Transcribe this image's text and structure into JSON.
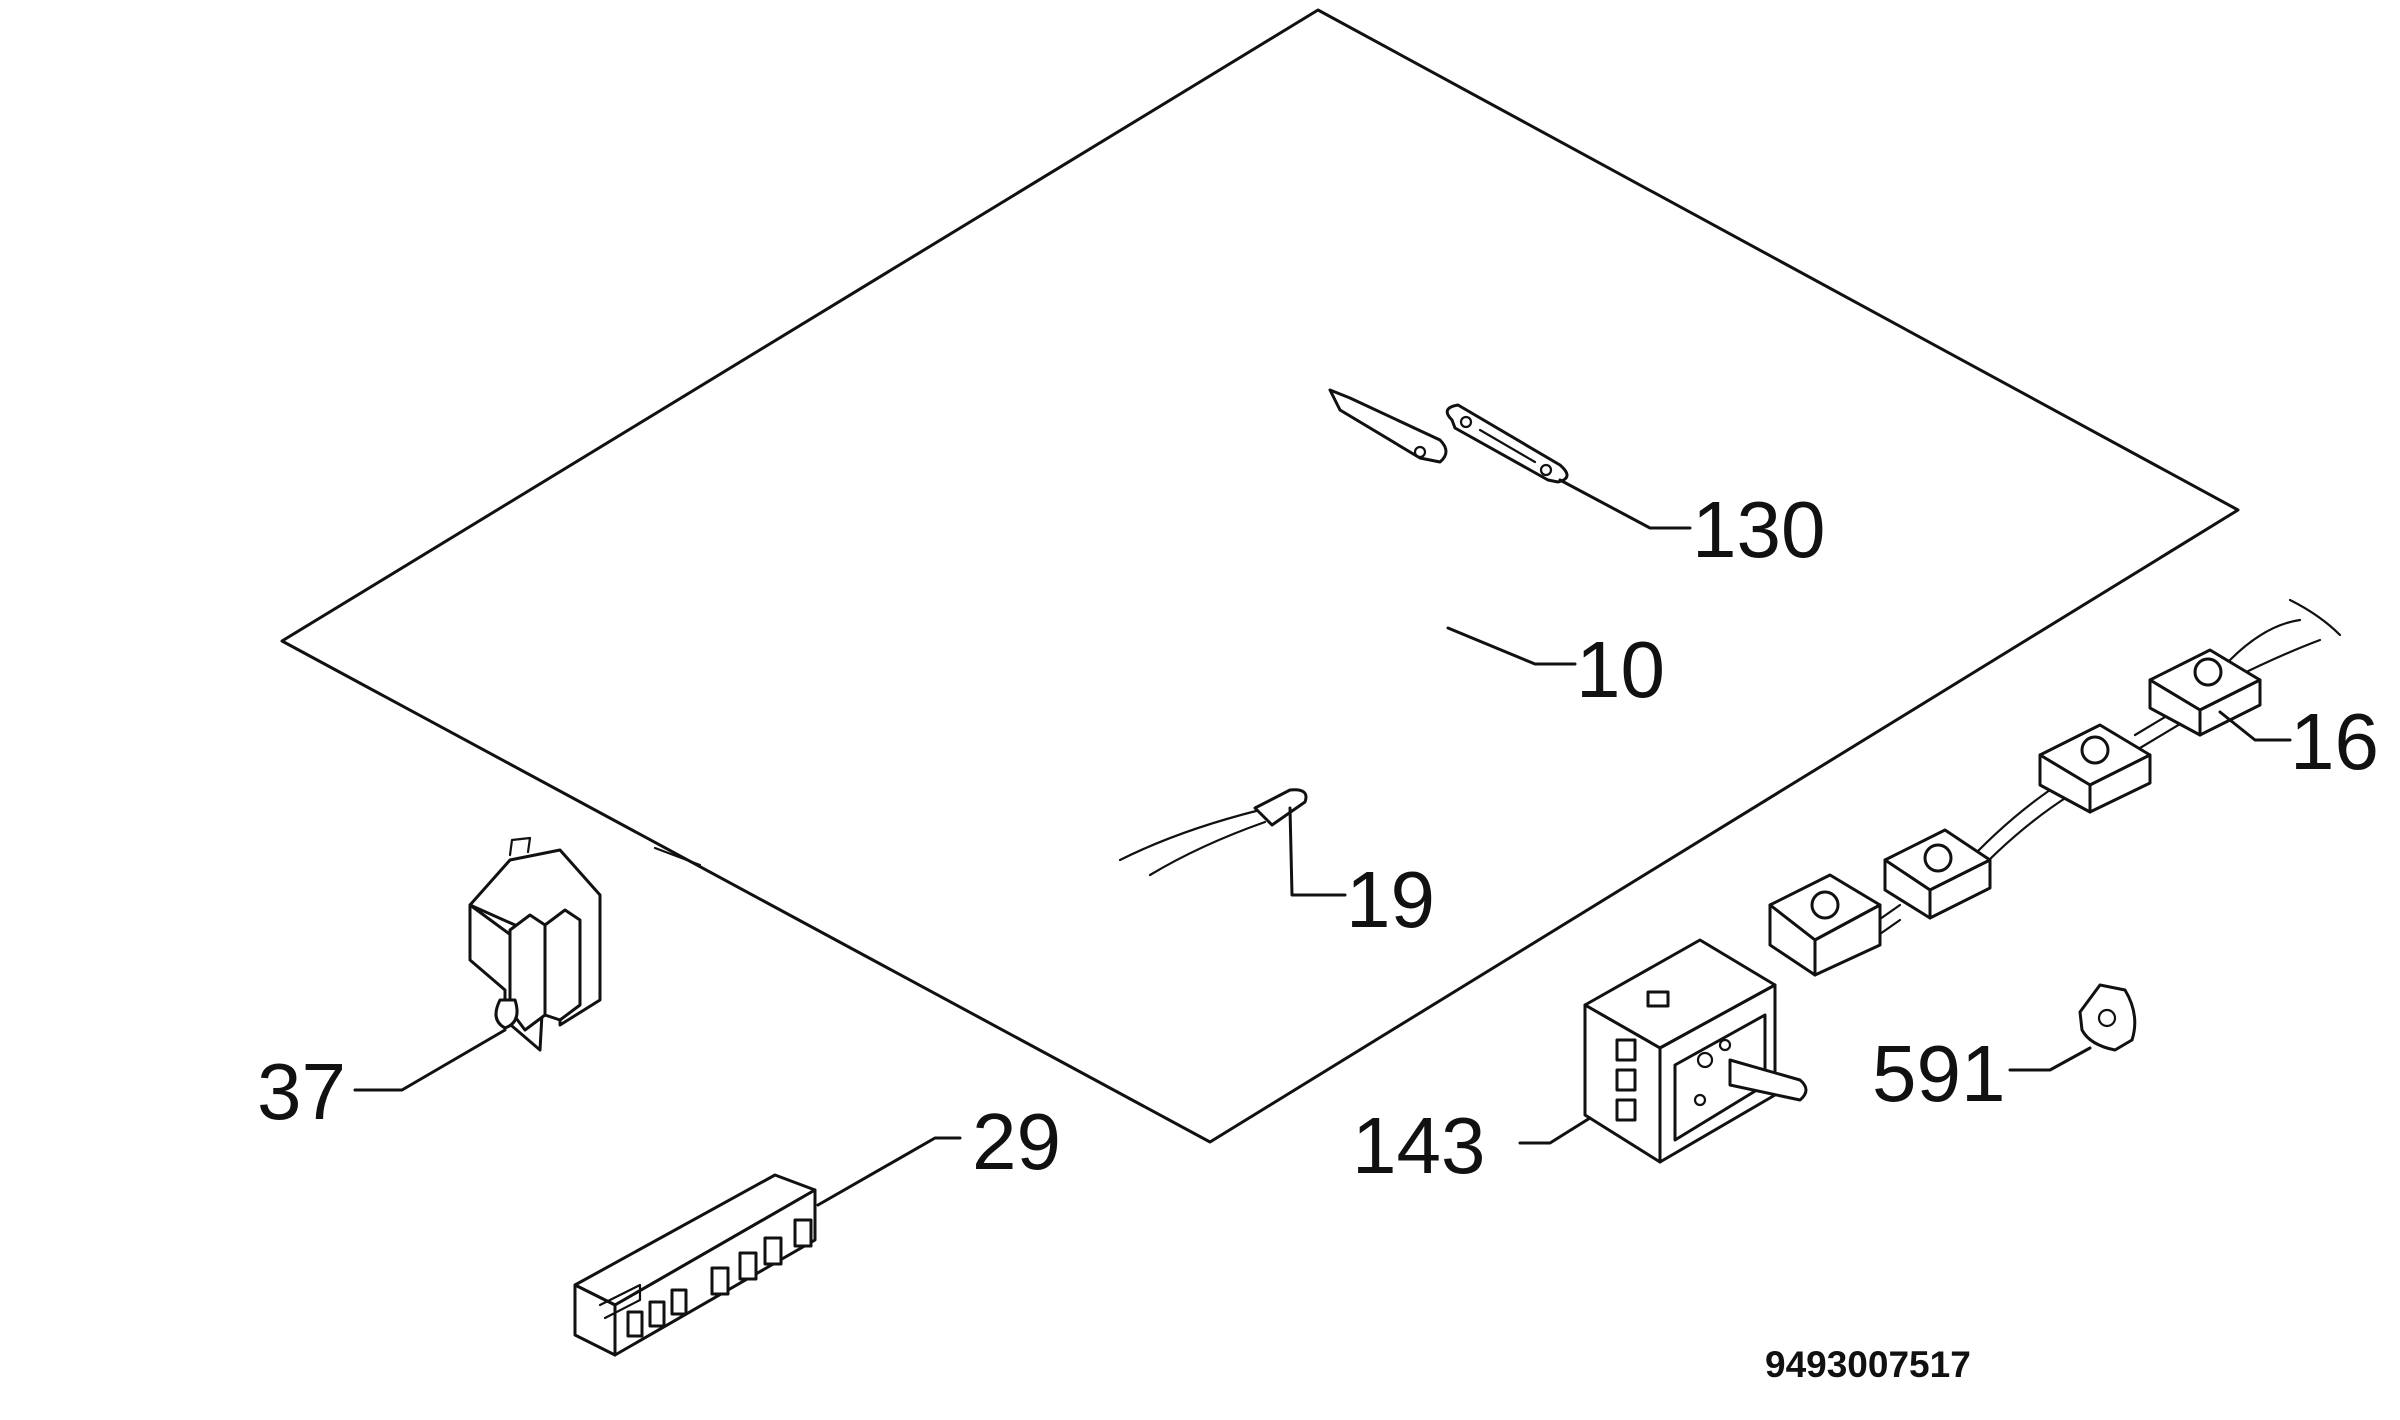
{
  "callouts": {
    "p130": "130",
    "p10": "10",
    "p16": "16",
    "p19": "19",
    "p37": "37",
    "p29": "29",
    "p143": "143",
    "p591": "591"
  },
  "diagram_code": "9493007517",
  "colors": {
    "line": "#111111",
    "background": "#ffffff"
  }
}
